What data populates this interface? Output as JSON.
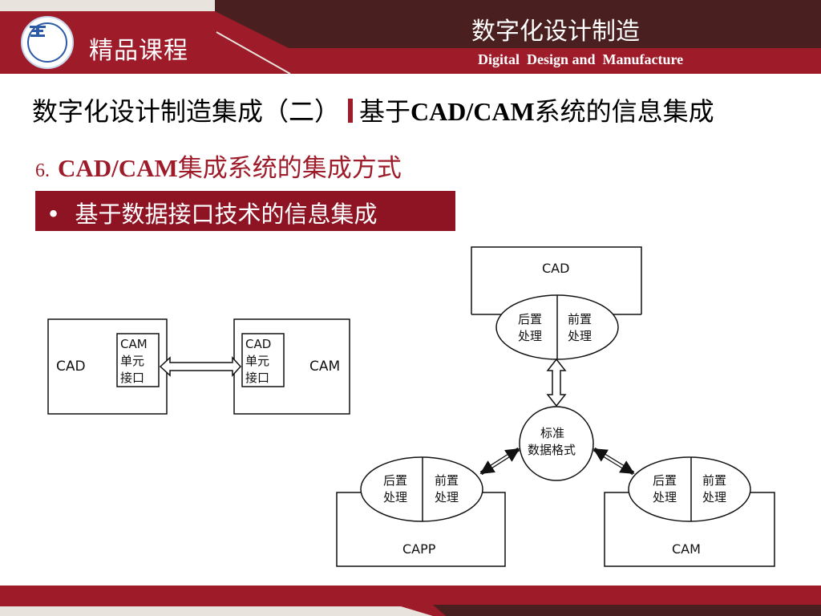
{
  "header": {
    "badge": "精品课程",
    "course_title": "数字化设计制造",
    "course_subtitle": "Digital  Design and  Manufacture",
    "logo": "university-emblem"
  },
  "title": {
    "prefix": "数字化设计制造集成（二）",
    "suffix_pre": "基于",
    "suffix_latin": "CAD/CAM",
    "suffix_post": "系统的信息集成"
  },
  "subhead": {
    "number": "6.",
    "latin": "CAD/CAM",
    "rest": "集成系统的集成方式"
  },
  "bullet": {
    "mark": "•",
    "text": "基于数据接口技术的信息集成"
  },
  "left_diagram": {
    "system_a": "CAD",
    "system_b": "CAM",
    "iface_a_line1": "CAM",
    "iface_a_line2": "单元",
    "iface_a_line3": "接口",
    "iface_b_line1": "CAD",
    "iface_b_line2": "单元",
    "iface_b_line3": "接口"
  },
  "right_diagram": {
    "top_system": "CAD",
    "left_system": "CAPP",
    "right_system": "CAM",
    "post_line1": "后置",
    "post_line2": "处理",
    "pre_line1": "前置",
    "pre_line2": "处理",
    "center_line1": "标准",
    "center_line2": "数据格式"
  },
  "colors": {
    "header_dark": "#4a1f1f",
    "brand_red": "#9e1b2a",
    "bullet_bg": "#8e1424",
    "light_band": "#e8e3dd"
  }
}
